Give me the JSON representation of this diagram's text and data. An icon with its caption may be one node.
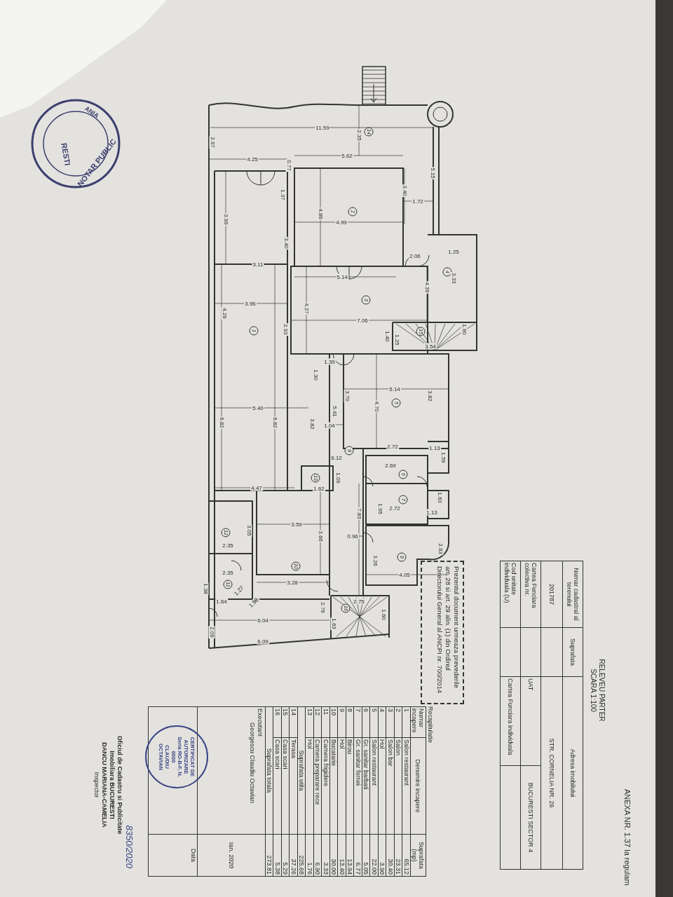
{
  "diagram": {
    "labels": [
      "ANEXA NR. 1.37 la regulam",
      "RELEVEU PARTER",
      "SCARA 1:100",
      "Numar cadastral al terenului",
      "Suprafata",
      "Adresa imobilului",
      "201787",
      "STR. CORNELIA NR. 26",
      "Cartea Funciara colectiva nr.",
      "UAT",
      "BUCURESTI SECTOR 4",
      "Cod unitate individuala (U)",
      "Cartea Funciara individuala",
      "Prezentul document urmeaza prevederile art. 28 si art. 29 alin. (1) din Ordinul Directorului General al ANCPI nr. 700/2014",
      "Recapitulatie",
      "Numar incapere",
      "Denumire incapere",
      "Suprafata (mp)",
      "1",
      "Salon restaurant",
      "65.12",
      "2",
      "Salon",
      "23.31",
      "3",
      "Salon bar",
      "30.40",
      "4",
      "Hol",
      "3.90",
      "5",
      "Salon restaurant",
      "22.00",
      "6",
      "Gr. sanitar barbati",
      "5.05",
      "7",
      "Gr. sanitar femei",
      "6.77",
      "8",
      "Birou",
      "13.94",
      "9",
      "Hol",
      "13.40",
      "10",
      "Bucatarie",
      "30.00",
      "11",
      "Camera frigidere",
      "3.33",
      "12",
      "Camera preparare rece",
      "6.90",
      "13",
      "Hol",
      "1.76",
      "Suprafata utila",
      "225.68",
      "14",
      "Terasa",
      "37.26",
      "15",
      "Casa scari",
      "5.29",
      "16",
      "Casa scari",
      "5.38",
      "Suprafata totala",
      "273.81",
      "Executant",
      "Georgescu Claudiu Octavian",
      "Ian. 2020",
      "Data",
      "CERTIFICAT DE AUTORIZARE",
      "Seria RO-B-F, N. 0060",
      "CLAUDIU OCTAVIAN",
      "8350/2020",
      "Oficiul de Cadastru si Publicitate Imobiliara BUCURESTI",
      "DANCU MARIANA-CAMELIA",
      "Inspector",
      "ANIA",
      "RESTI",
      "NOTAR PUBLIC",
      "11.59",
      "2.35",
      "14",
      "2.97",
      "5.62",
      "4.25",
      "0.77",
      "5.15",
      "3.40",
      "1.37",
      "1.72",
      "4.86",
      "2",
      "3.99",
      "4.99",
      "3.40",
      "1.25",
      "2.06",
      "3.11",
      "4",
      "5.14",
      "3.33",
      "4.39",
      "3",
      "3.96",
      "4.27",
      "4.29",
      "7.06",
      "1.90",
      "2.93",
      "1",
      "15",
      "1.40",
      "1.25",
      "3.54",
      "1.39",
      "1.30",
      "5.14",
      "3.82",
      "3.70",
      "5",
      "4.70",
      "5.40",
      "5.41",
      "6.82",
      "6.82",
      "3.82",
      "1.04",
      "2.72",
      "1.13",
      "9",
      "6.12",
      "1.59",
      "2.69",
      "6",
      "13",
      "1.09",
      "1.62",
      "4.47",
      "1.63",
      "7",
      "1.13",
      "1.95",
      "2.72",
      "7.83",
      "3.59",
      "3.05",
      "12",
      "3.66",
      "0.96",
      "2.35",
      "8",
      "2.63",
      "3.26",
      "2.35",
      "10",
      "4.05",
      "3.28",
      "11",
      "1.38",
      "1.27",
      "1.64",
      "1.98",
      "2.75",
      "2.76",
      "16",
      "1.60",
      "6.04",
      "1.63",
      "2.09",
      "6.09"
    ]
  }
}
